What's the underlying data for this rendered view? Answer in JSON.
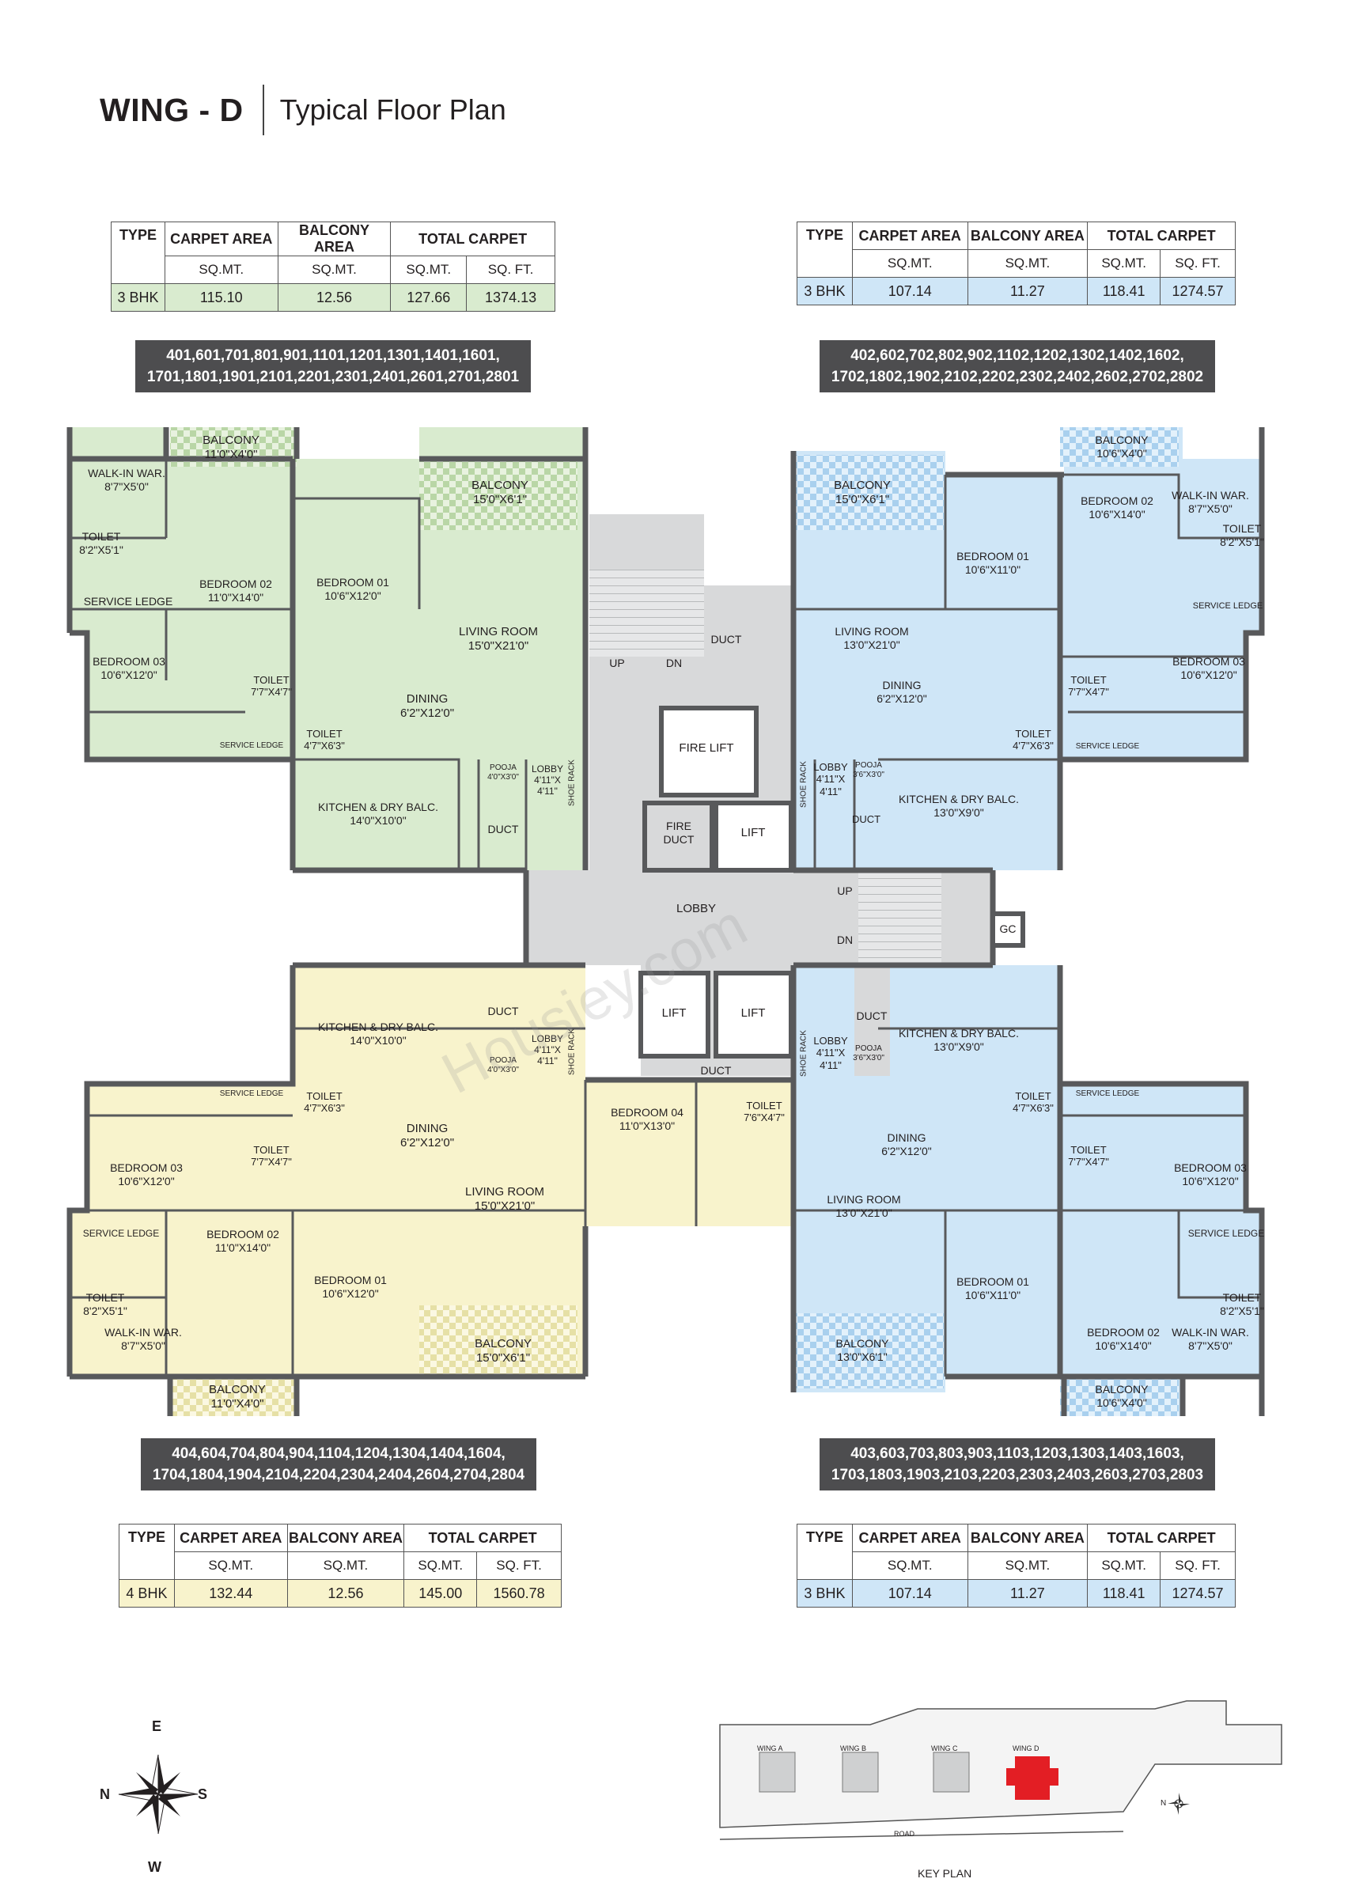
{
  "header": {
    "wing": "WING - D",
    "subtitle": "Typical Floor Plan"
  },
  "colors": {
    "green": "#d9ebcf",
    "blue": "#cfe6f7",
    "yellow": "#f8f3cc",
    "core": "#d8d9da",
    "wall": "#58595b",
    "unit_bar": "#4d4d4f"
  },
  "table_headers": {
    "type": "TYPE",
    "carpet": "CARPET AREA",
    "balcony": "BALCONY AREA",
    "total": "TOTAL CARPET",
    "sqmt": "SQ.MT.",
    "sqft": "SQ. FT."
  },
  "tables": [
    {
      "type": "3 BHK",
      "carpet": "115.10",
      "balcony": "12.56",
      "total_sqmt": "127.66",
      "total_sqft": "1374.13",
      "color": "#d9ebcf"
    },
    {
      "type": "3 BHK",
      "carpet": "107.14",
      "balcony": "11.27",
      "total_sqmt": "118.41",
      "total_sqft": "1274.57",
      "color": "#cfe6f7"
    },
    {
      "type": "4 BHK",
      "carpet": "132.44",
      "balcony": "12.56",
      "total_sqmt": "145.00",
      "total_sqft": "1560.78",
      "color": "#f8f3cc"
    },
    {
      "type": "3 BHK",
      "carpet": "107.14",
      "balcony": "11.27",
      "total_sqmt": "118.41",
      "total_sqft": "1274.57",
      "color": "#cfe6f7"
    }
  ],
  "unit_numbers": {
    "top_left": [
      "401,601,701,801,901,1101,1201,1301,1401,1601,",
      "1701,1801,1901,2101,2201,2301,2401,2601,2701,2801"
    ],
    "top_right": [
      "402,602,702,802,902,1102,1202,1302,1402,1602,",
      "1702,1802,1902,2102,2202,2302,2402,2602,2702,2802"
    ],
    "bottom_left": [
      "404,604,704,804,904,1104,1204,1304,1404,1604,",
      "1704,1804,1904,2104,2204,2304,2404,2604,2704,2804"
    ],
    "bottom_right": [
      "403,603,703,803,903,1103,1203,1303,1403,1603,",
      "1703,1803,1903,2103,2203,2303,2403,2603,2703,2803"
    ]
  },
  "rooms": {
    "tl": {
      "balcony_small": [
        "BALCONY",
        "11'0\"X4'0\""
      ],
      "balcony_large": [
        "BALCONY",
        "15'0\"X6'1\""
      ],
      "walkin": [
        "WALK-IN WAR.",
        "8'7\"X5'0\""
      ],
      "toilet_a": [
        "TOILET",
        "8'2\"X5'1\""
      ],
      "service_ledge": "SERVICE LEDGE",
      "bedroom02": [
        "BEDROOM 02",
        "11'0\"X14'0\""
      ],
      "bedroom01": [
        "BEDROOM 01",
        "10'6\"X12'0\""
      ],
      "living": [
        "LIVING ROOM",
        "15'0\"X21'0\""
      ],
      "bedroom03": [
        "BEDROOM 03",
        "10'6\"X12'0\""
      ],
      "toilet_b": [
        "TOILET",
        "7'7\"X4'7\""
      ],
      "toilet_c": [
        "TOILET",
        "4'7\"X6'3\""
      ],
      "dining": [
        "DINING",
        "6'2\"X12'0\""
      ],
      "service_ledge2": "SERVICE LEDGE",
      "pooja": [
        "POOJA",
        "4'0\"X3'0\""
      ],
      "lobby": [
        "LOBBY",
        "4'11\"X",
        "4'11\""
      ],
      "shoe_rack": "SHOE RACK",
      "kitchen": [
        "KITCHEN & DRY BALC.",
        "14'0\"X10'0\""
      ],
      "duct": "DUCT"
    },
    "tr": {
      "balcony_large": [
        "BALCONY",
        "15'0\"X6'1\""
      ],
      "balcony_small": [
        "BALCONY",
        "10'6\"X4'0\""
      ],
      "bedroom02": [
        "BEDROOM 02",
        "10'6\"X14'0\""
      ],
      "walkin": [
        "WALK-IN WAR.",
        "8'7\"X5'0\""
      ],
      "toilet_a": [
        "TOILET",
        "8'2\"X5'1\""
      ],
      "bedroom01": [
        "BEDROOM 01",
        "10'6\"X11'0\""
      ],
      "service_ledge": "SERVICE LEDGE",
      "living": [
        "LIVING ROOM",
        "13'0\"X21'0\""
      ],
      "dining": [
        "DINING",
        "6'2\"X12'0\""
      ],
      "toilet_b": [
        "TOILET",
        "7'7\"X4'7\""
      ],
      "bedroom03": [
        "BEDROOM 03",
        "10'6\"X12'0\""
      ],
      "toilet_c": [
        "TOILET",
        "4'7\"X6'3\""
      ],
      "service_ledge2": "SERVICE LEDGE",
      "lobby": [
        "LOBBY",
        "4'11\"X",
        "4'11\""
      ],
      "pooja": [
        "POOJA",
        "3'6\"X3'0\""
      ],
      "shoe_rack": "SHOE RACK",
      "kitchen": [
        "KITCHEN & DRY BALC.",
        "13'0\"X9'0\""
      ],
      "duct": "DUCT"
    },
    "bl": {
      "kitchen": [
        "KITCHEN & DRY BALC.",
        "14'0\"X10'0\""
      ],
      "duct": "DUCT",
      "pooja": [
        "POOJA",
        "4'0\"X3'0\""
      ],
      "lobby": [
        "LOBBY",
        "4'11\"X",
        "4'11\""
      ],
      "shoe_rack": "SHOE RACK",
      "toilet_c": [
        "TOILET",
        "4'7\"X6'3\""
      ],
      "service_ledge": "SERVICE LEDGE",
      "dining": [
        "DINING",
        "6'2\"X12'0\""
      ],
      "toilet_b": [
        "TOILET",
        "7'7\"X4'7\""
      ],
      "bedroom03": [
        "BEDROOM 03",
        "10'6\"X12'0\""
      ],
      "bedroom04": [
        "BEDROOM 04",
        "11'0\"X13'0\""
      ],
      "toilet_d": [
        "TOILET",
        "7'6\"X4'7\""
      ],
      "living": [
        "LIVING ROOM",
        "15'0\"X21'0\""
      ],
      "service_ledge2": "SERVICE LEDGE",
      "bedroom02": [
        "BEDROOM 02",
        "11'0\"X14'0\""
      ],
      "bedroom01": [
        "BEDROOM 01",
        "10'6\"X12'0\""
      ],
      "toilet_a": [
        "TOILET",
        "8'2\"X5'1\""
      ],
      "walkin": [
        "WALK-IN WAR.",
        "8'7\"X5'0\""
      ],
      "balcony_large": [
        "BALCONY",
        "15'0\"X6'1\""
      ],
      "balcony_small": [
        "BALCONY",
        "11'0\"X4'0\""
      ]
    },
    "br": {
      "duct": "DUCT",
      "kitchen": [
        "KITCHEN & DRY BALC.",
        "13'0\"X9'0\""
      ],
      "lobby": [
        "LOBBY",
        "4'11\"X",
        "4'11\""
      ],
      "pooja": [
        "POOJA",
        "3'6\"X3'0\""
      ],
      "shoe_rack": "SHOE RACK",
      "toilet_c": [
        "TOILET",
        "4'7\"X6'3\""
      ],
      "service_ledge": "SERVICE LEDGE",
      "dining": [
        "DINING",
        "6'2\"X12'0\""
      ],
      "toilet_b": [
        "TOILET",
        "7'7\"X4'7\""
      ],
      "bedroom03": [
        "BEDROOM 03",
        "10'6\"X12'0\""
      ],
      "living": [
        "LIVING ROOM",
        "13'0\"X21'0\""
      ],
      "service_ledge2": "SERVICE LEDGE",
      "bedroom01": [
        "BEDROOM 01",
        "10'6\"X11'0\""
      ],
      "toilet_a": [
        "TOILET",
        "8'2\"X5'1\""
      ],
      "bedroom02": [
        "BEDROOM 02",
        "10'6\"X14'0\""
      ],
      "walkin": [
        "WALK-IN WAR.",
        "8'7\"X5'0\""
      ],
      "balcony_large": [
        "BALCONY",
        "13'0\"X6'1\""
      ],
      "balcony_small": [
        "BALCONY",
        "10'6\"X4'0\""
      ]
    },
    "core": {
      "duct_top": "DUCT",
      "up_top": "UP",
      "dn_top": "DN",
      "fire_lift": "FIRE LIFT",
      "fire_duct": [
        "FIRE",
        "DUCT"
      ],
      "lift_top": "LIFT",
      "lobby": "LOBBY",
      "up_bottom": "UP",
      "dn_bottom": "DN",
      "gc": "GC",
      "lift_a": "LIFT",
      "lift_b": "LIFT",
      "duct_bottom": "DUCT"
    }
  },
  "watermark": "Housiey.com",
  "compass": {
    "e": "E",
    "n": "N",
    "s": "S",
    "w": "W"
  },
  "key_plan": {
    "label": "KEY PLAN",
    "wings": [
      "WING A",
      "WING B",
      "WING C",
      "WING D"
    ],
    "road": "ROAD",
    "north": "N",
    "highlight_color": "#e31e24"
  }
}
